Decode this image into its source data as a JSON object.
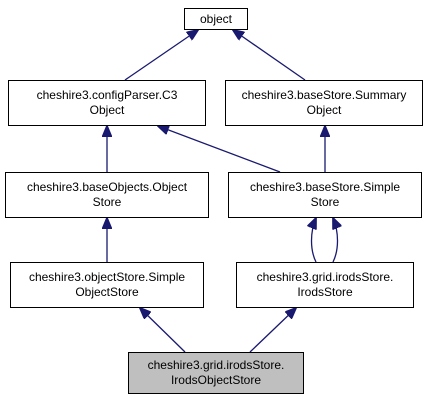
{
  "colors": {
    "edge": "#191970",
    "highlight_fill": "#bfbfbf",
    "node_fill": "#ffffff",
    "node_border": "#000000"
  },
  "nodes": {
    "object": {
      "lines": [
        "object"
      ]
    },
    "c3object": {
      "lines": [
        "cheshire3.configParser.C3",
        "Object"
      ]
    },
    "summaryobject": {
      "lines": [
        "cheshire3.baseStore.Summary",
        "Object"
      ]
    },
    "objectstore": {
      "lines": [
        "cheshire3.baseObjects.Object",
        "Store"
      ]
    },
    "simplestore": {
      "lines": [
        "cheshire3.baseStore.Simple",
        "Store"
      ]
    },
    "simpleobjectstore": {
      "lines": [
        "cheshire3.objectStore.Simple",
        "ObjectStore"
      ]
    },
    "irodsstore": {
      "lines": [
        "cheshire3.grid.irodsStore.",
        "IrodsStore"
      ]
    },
    "irodsobjectstore": {
      "lines": [
        "cheshire3.grid.irodsStore.",
        "IrodsObjectStore"
      ]
    }
  }
}
